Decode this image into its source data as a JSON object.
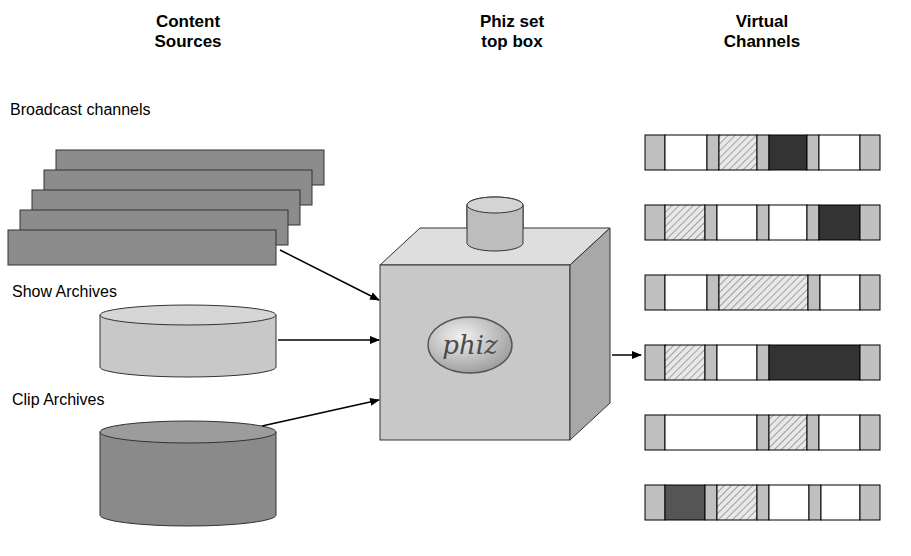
{
  "diagram": {
    "nodes": [
      {
        "text": [
          "Broadcast channels"
        ]
      },
      {
        "text": [
          "Show Archives"
        ]
      },
      {
        "text": [
          "Clip Archives"
        ]
      },
      {
        "text": [
          "Phiz set top box",
          "phiz"
        ]
      },
      {
        "text": [
          "Virtual Channels"
        ]
      }
    ],
    "edges": [
      {
        "from": 0,
        "to": 3,
        "arrow": "to"
      },
      {
        "from": 1,
        "to": 3,
        "arrow": "to"
      },
      {
        "from": 2,
        "to": 3,
        "arrow": "to"
      },
      {
        "from": 3,
        "to": 4,
        "arrow": "to"
      }
    ],
    "labels": [
      "Content Sources"
    ]
  }
}
